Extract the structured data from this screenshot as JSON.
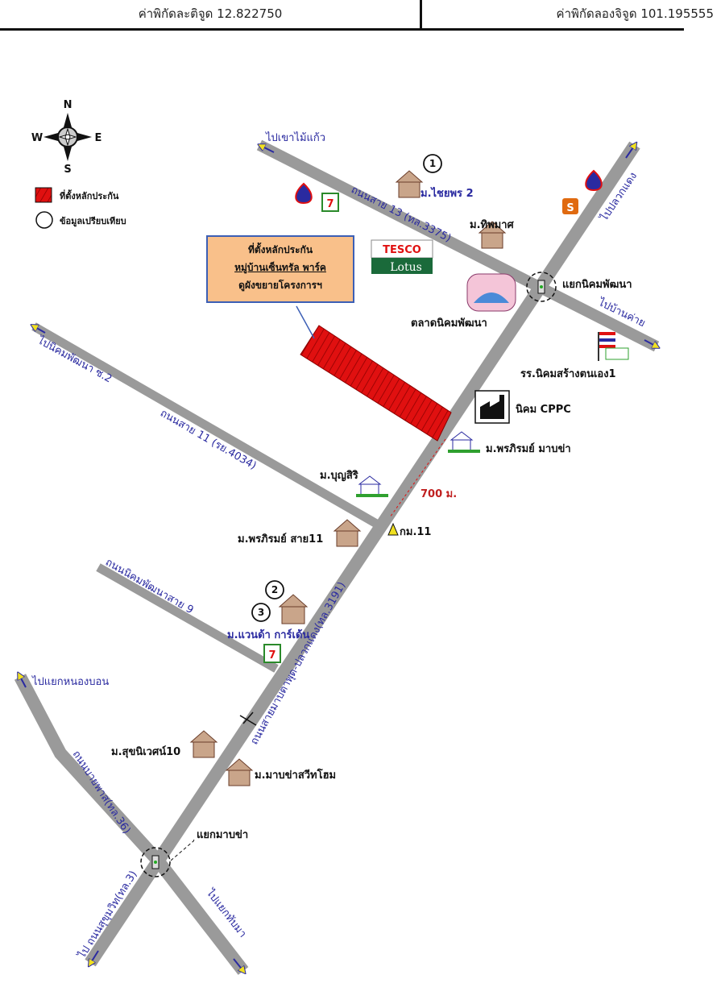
{
  "header": {
    "latitude": "ค่าพิกัดละติจูด 12.822750",
    "longitude": "ค่าพิกัดลองจิจูด 101.195555"
  },
  "compass": {
    "n": "N",
    "s": "S",
    "e": "E",
    "w": "W"
  },
  "legend": {
    "collateral": "ที่ตั้งหลักประกัน",
    "comparable": "ข้อมูลเปรียบเทียบ"
  },
  "callout": {
    "line1": "ที่ตั้งหลักประกัน",
    "line2": "หมู่บ้านเซ็นทรัล พาร์ค",
    "line3": "ดูผังขยายโครงการฯ"
  },
  "directions": {
    "khao_mai_kaew": "ไปเขาไม้แก้ว",
    "pluak_daeng": "ไปปลวกแดง",
    "ban_khai": "ไปบ้านค่าย",
    "nikhom_soi2": "ไปนิคมพัฒนา ซ.2",
    "nong_bon": "ไปแยกหนองบอน",
    "sukhumvit": "ไป ถนนสุขุมวิท(ทล.3)",
    "thap_ma": "ไปแยกทับมา"
  },
  "roads": {
    "sai13": "ถนนสาย 13 (ทล.3375)",
    "sai11": "ถนนสาย 11 (รย.4034)",
    "sai9": "ถนนนิคมพัฒนาสาย 9",
    "main": "ถนนสายมาบตาพุด-ปลวกแดง(ทล.3191)",
    "bypass": "ถนนบายพาส(ทล.36)"
  },
  "places": {
    "chaiyaporn": "ม.ไชยพร 2",
    "thipphamat": "ม.ทิพมาศ",
    "nikhom_junction": "แยกนิคมพัฒนา",
    "talat": "ตลาดนิคมพัฒนา",
    "school": "รร.นิคมสร้างตนเอง1",
    "cppc": "นิคม CPPC",
    "phrapirom_mabkha": "ม.พรภิรมย์ มาบข่า",
    "distance": "700 ม.",
    "km11": "กม.11",
    "boonsiri": "ม.บุญสิริ",
    "phrapirom_sai11": "ม.พรภิรมย์ สาย11",
    "wanda": "ม.แวนด้า การ์เด้น",
    "sukniwet": "ม.สุขนิเวศน์10",
    "mabkha_villa": "ม.มาบข่าสวีทโฮม",
    "mabkha_junction": "แยกมาบข่า"
  },
  "tesco": {
    "top": "TESCO",
    "bottom": "Lotus"
  },
  "comparables": [
    "1",
    "2",
    "3"
  ],
  "colors": {
    "road": "#9a9a9a",
    "collateral": "#e01010",
    "text_road": "#2a2aa0",
    "callout_bg": "#f9c08a"
  }
}
